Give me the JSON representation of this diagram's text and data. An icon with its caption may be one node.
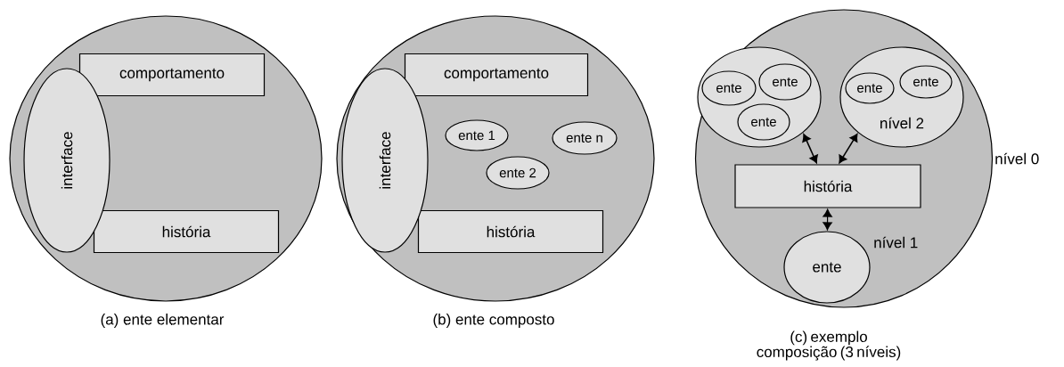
{
  "diagram": {
    "nodes": [
      {
        "text": [],
        "shape": "circle",
        "beside": [
          "(a) ente elementar"
        ]
      },
      {
        "text": [
          "comportamento"
        ],
        "in": 0
      },
      {
        "text": [
          "interface"
        ],
        "in": 0
      },
      {
        "text": [
          "história"
        ],
        "in": 0
      },
      {
        "text": [],
        "shape": "circle",
        "beside": [
          "(b) ente composto"
        ]
      },
      {
        "text": [
          "comportamento"
        ],
        "in": 4
      },
      {
        "text": [
          "interface"
        ],
        "in": 4
      },
      {
        "text": [
          "ente 1"
        ],
        "in": 4
      },
      {
        "text": [
          "ente n"
        ],
        "in": 4
      },
      {
        "text": [
          "ente 2"
        ],
        "in": 4
      },
      {
        "text": [
          "história"
        ],
        "in": 4
      },
      {
        "text": [],
        "shape": "circle",
        "beside": [
          "nível 0",
          "(c) exemplo composição (3 níveis)"
        ]
      },
      {
        "text": [],
        "shape": "circle",
        "in": 11
      },
      {
        "text": [
          "ente"
        ],
        "in": 12
      },
      {
        "text": [
          "ente"
        ],
        "in": 12
      },
      {
        "text": [
          "ente"
        ],
        "in": 12
      },
      {
        "text": [
          "nível 2"
        ],
        "in": 11
      },
      {
        "text": [
          "ente"
        ],
        "in": 16
      },
      {
        "text": [
          "ente"
        ],
        "in": 16
      },
      {
        "text": [
          "história"
        ],
        "in": 11
      },
      {
        "text": [
          "ente"
        ],
        "in": 11,
        "beside": [
          "nível 1"
        ]
      }
    ],
    "edges": [
      {
        "from": 12,
        "to": 19,
        "arrow": "both"
      },
      {
        "from": 16,
        "to": 19,
        "arrow": "both"
      },
      {
        "from": 19,
        "to": 20,
        "arrow": "both"
      }
    ]
  }
}
